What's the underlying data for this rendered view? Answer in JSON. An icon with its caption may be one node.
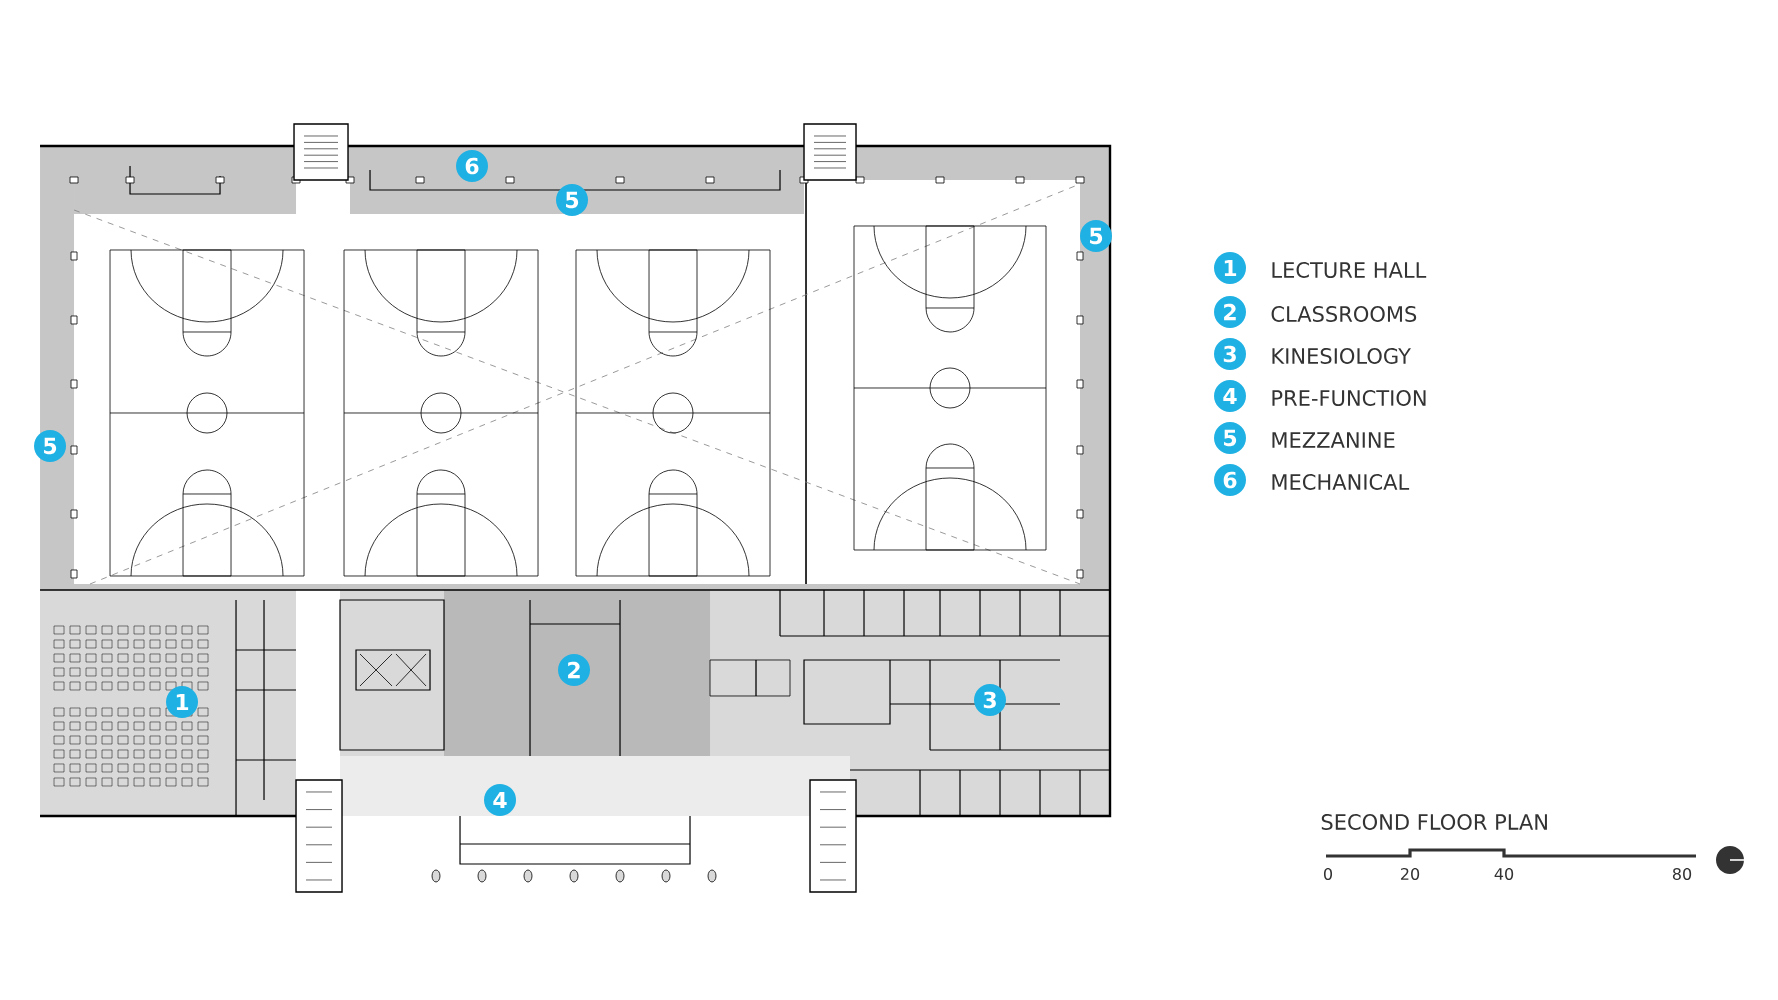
{
  "diagram": {
    "nodes": [
      {
        "text": [
          "6"
        ]
      },
      {
        "text": [
          "5"
        ]
      },
      {
        "text": [
          "5"
        ]
      },
      {
        "text": [
          "5"
        ]
      },
      {
        "text": [
          "2"
        ]
      },
      {
        "text": [
          "1"
        ]
      },
      {
        "text": [
          "3"
        ]
      },
      {
        "text": [
          "4"
        ]
      },
      {
        "text": [
          "1"
        ],
        "beside": [
          "LECTURE HALL"
        ]
      },
      {
        "text": [
          "2"
        ],
        "beside": [
          "CLASSROOMS"
        ]
      },
      {
        "text": [
          "3"
        ],
        "beside": [
          "KINESIOLOGY"
        ]
      },
      {
        "text": [
          "4"
        ],
        "beside": [
          "PRE-FUNCTION"
        ]
      },
      {
        "text": [
          "5"
        ],
        "beside": [
          "MEZZANINE"
        ]
      },
      {
        "text": [
          "6"
        ],
        "beside": [
          "MECHANICAL"
        ]
      }
    ],
    "labels": [
      "SECOND FLOOR PLAN",
      "0",
      "20",
      "40",
      "80"
    ]
  }
}
